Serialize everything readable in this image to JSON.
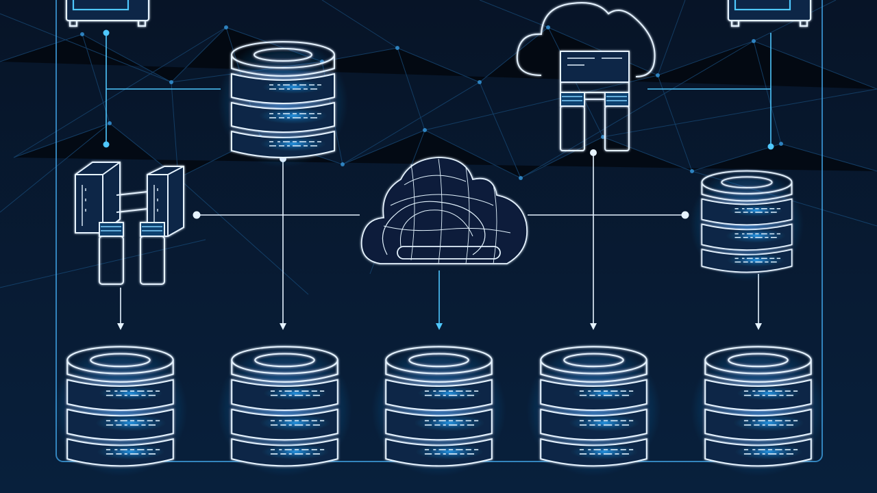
{
  "colors": {
    "background_top": "#071427",
    "background_bottom": "#08203c",
    "line": "#e6f3ff",
    "accent": "#4fc8ff",
    "glow": "#33b4ff",
    "frame": "#3f9fe0",
    "mesh": "#1e5d93"
  },
  "nodes": [
    {
      "id": "terminal-top-left",
      "icon": "server-box-icon"
    },
    {
      "id": "terminal-top-right",
      "icon": "server-box-icon"
    },
    {
      "id": "database-top-center",
      "icon": "database-icon"
    },
    {
      "id": "database-right",
      "icon": "database-icon"
    },
    {
      "id": "cloud-top-right",
      "icon": "cloud-icon"
    },
    {
      "id": "rack-top-right",
      "icon": "server-rack-icon"
    },
    {
      "id": "rack-left",
      "icon": "server-rack-icon"
    },
    {
      "id": "cloud-center",
      "icon": "cloud-icon"
    },
    {
      "id": "database-bottom-1",
      "icon": "database-icon"
    },
    {
      "id": "database-bottom-2",
      "icon": "database-icon"
    },
    {
      "id": "database-bottom-3",
      "icon": "database-icon"
    },
    {
      "id": "database-bottom-4",
      "icon": "database-icon"
    },
    {
      "id": "database-bottom-5",
      "icon": "database-icon"
    }
  ],
  "connections": [
    {
      "from": "terminal-top-left",
      "to": "rack-left"
    },
    {
      "from": "terminal-top-left",
      "to": "database-top-center"
    },
    {
      "from": "rack-top-right",
      "to": "terminal-top-right"
    },
    {
      "from": "terminal-top-right",
      "to": "database-right"
    },
    {
      "from": "rack-left",
      "to": "cloud-center"
    },
    {
      "from": "cloud-center",
      "to": "database-right"
    },
    {
      "from": "database-top-center",
      "to": "database-bottom-2"
    },
    {
      "from": "rack-top-right",
      "to": "database-bottom-4"
    },
    {
      "from": "rack-left",
      "to": "database-bottom-1"
    },
    {
      "from": "cloud-center",
      "to": "database-bottom-3"
    },
    {
      "from": "database-right",
      "to": "database-bottom-5"
    }
  ]
}
